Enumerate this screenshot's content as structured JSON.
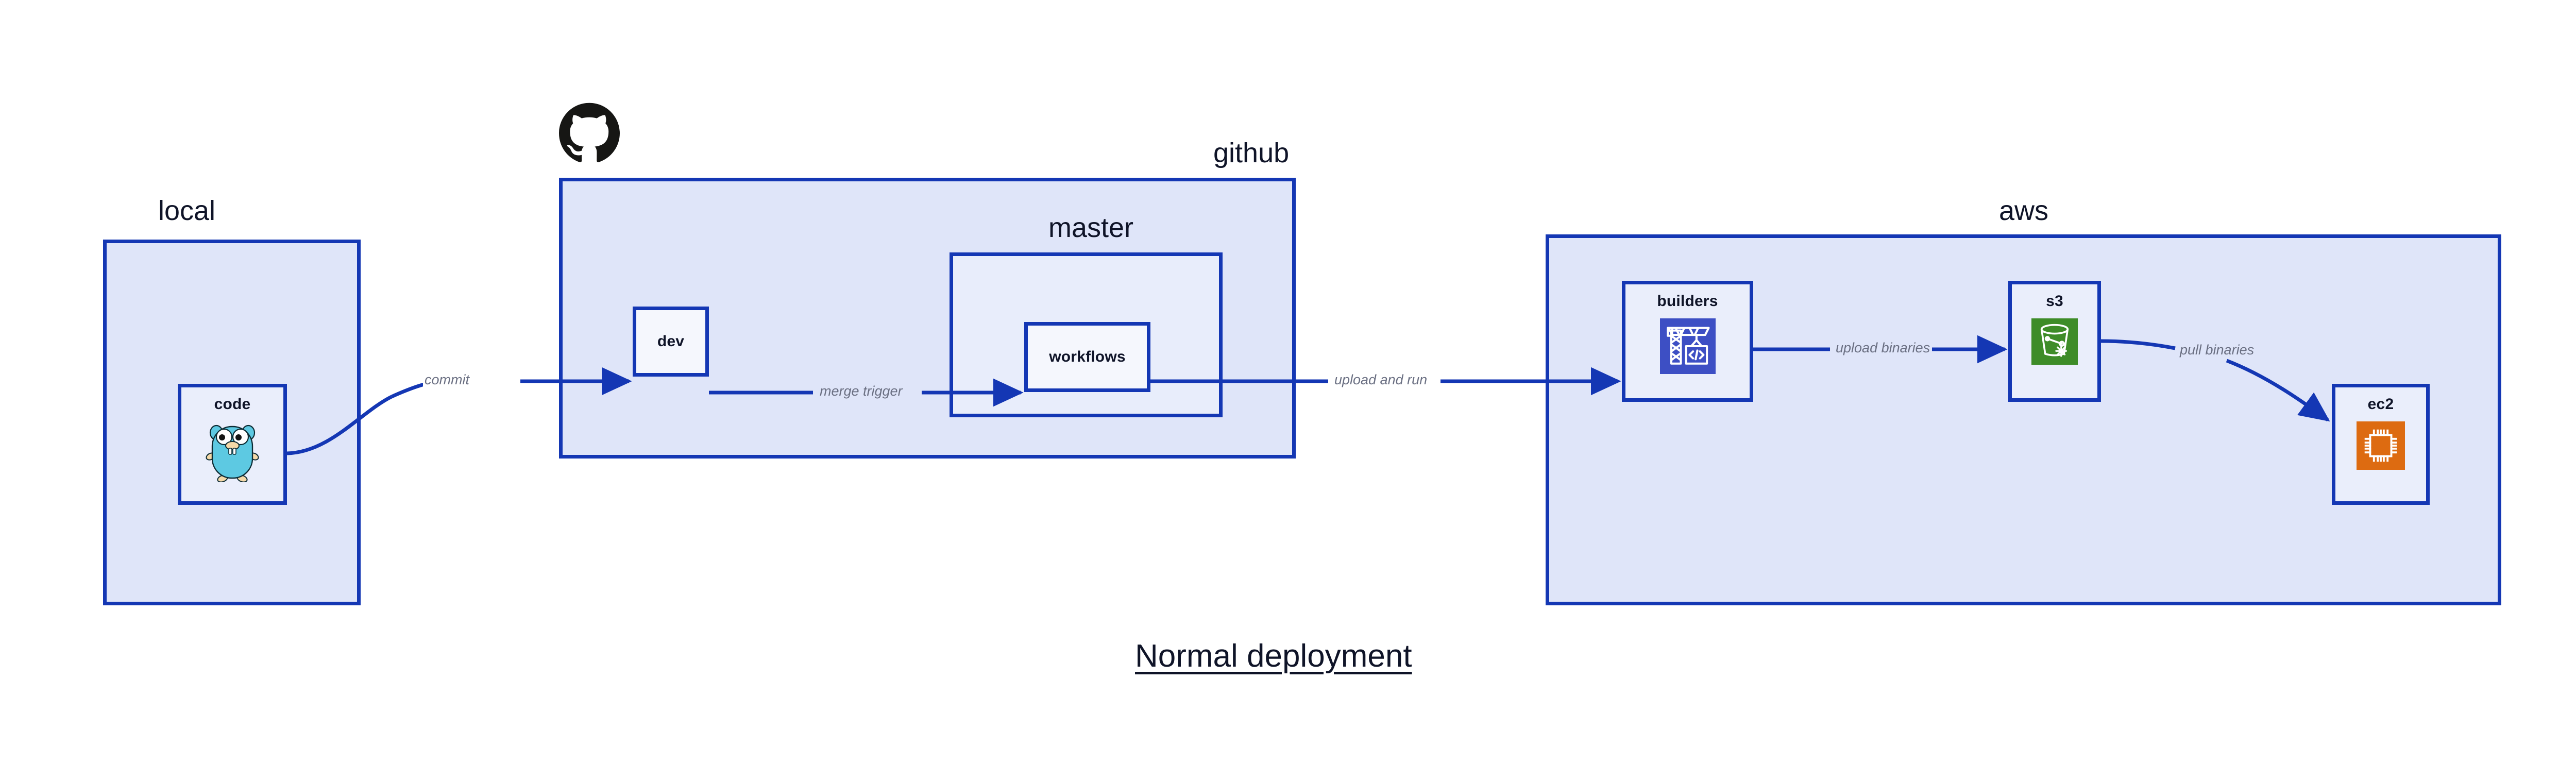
{
  "title": "Normal deployment",
  "colors": {
    "group_fill": "#dfe5f9",
    "group_fill_inner": "#e8edfb",
    "node_fill": "#eaeefb",
    "node_fill_plain": "#f5f7fd",
    "border": "#1437b4",
    "edge_line": "#1437b4",
    "edge_label_text": "#6a6f82",
    "text": "#0f1428",
    "builders_icon_bg": "#3d4fc4",
    "s3_icon_bg": "#3e8c28",
    "ec2_icon_bg": "#dd6b11",
    "gopher_body": "#5dc9e2",
    "gopher_limb": "#f5d9a8",
    "octocat": "#161614"
  },
  "groups": [
    {
      "id": "local",
      "label": "local"
    },
    {
      "id": "github",
      "label": "github"
    },
    {
      "id": "master",
      "label": "master"
    },
    {
      "id": "aws",
      "label": "aws"
    }
  ],
  "nodes": [
    {
      "id": "code",
      "label": "code",
      "icon": "go-gopher-icon"
    },
    {
      "id": "dev",
      "label": "dev",
      "icon": null
    },
    {
      "id": "workflows",
      "label": "workflows",
      "icon": null
    },
    {
      "id": "builders",
      "label": "builders",
      "icon": "crane-code-icon"
    },
    {
      "id": "s3",
      "label": "s3",
      "icon": "s3-bucket-icon"
    },
    {
      "id": "ec2",
      "label": "ec2",
      "icon": "cpu-chip-icon"
    }
  ],
  "edges": [
    {
      "id": "commit",
      "label": "commit",
      "from": "code",
      "to": "dev"
    },
    {
      "id": "merge-trigger",
      "label": "merge trigger",
      "from": "dev",
      "to": "workflows"
    },
    {
      "id": "upload-and-run",
      "label": "upload and run",
      "from": "workflows",
      "to": "builders"
    },
    {
      "id": "upload-binaries",
      "label": "upload binaries",
      "from": "builders",
      "to": "s3"
    },
    {
      "id": "pull-binaries",
      "label": "pull binaries",
      "from": "s3",
      "to": "ec2"
    }
  ],
  "logos": [
    {
      "id": "github-octocat",
      "name": "github-octocat-logo"
    }
  ]
}
